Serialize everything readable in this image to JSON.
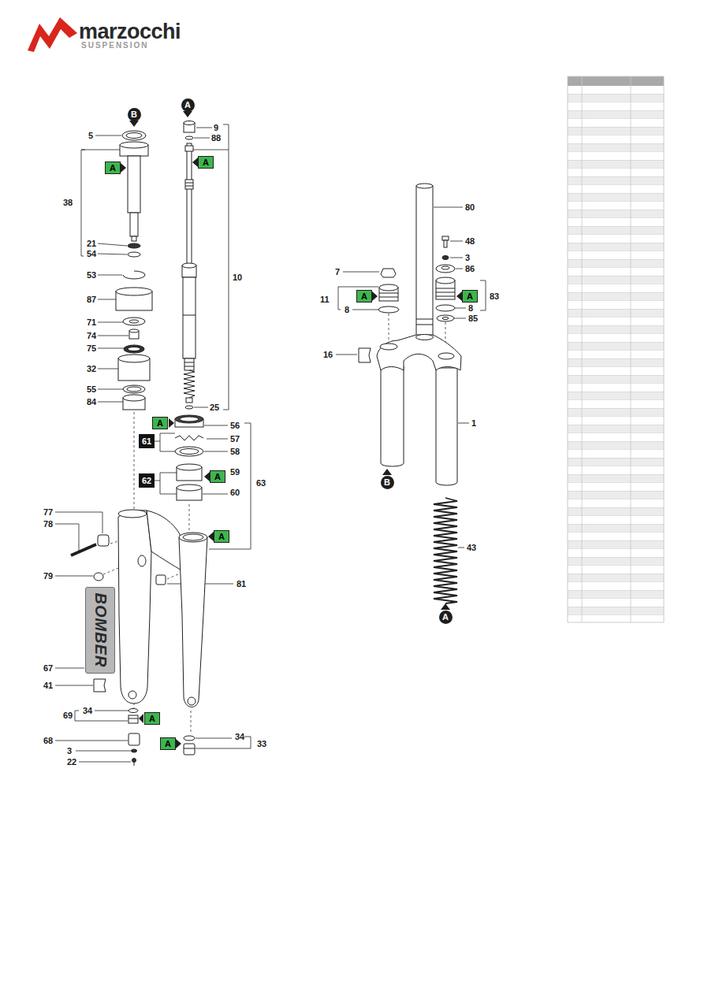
{
  "diagram": {
    "nodes": [
      {
        "text": [
          "B"
        ]
      },
      {
        "text": [
          "A"
        ]
      },
      {
        "text": [
          "A"
        ]
      },
      {
        "text": [
          "A"
        ]
      },
      {
        "text": [
          "A"
        ]
      },
      {
        "text": [
          "A"
        ]
      },
      {
        "text": [
          "B"
        ]
      },
      {
        "text": [
          "A"
        ]
      },
      {
        "text": [
          "61"
        ]
      },
      {
        "text": [
          "A"
        ]
      },
      {
        "text": [
          "62"
        ]
      },
      {
        "text": [
          "A"
        ]
      },
      {
        "text": [
          "BOMBER"
        ]
      },
      {
        "text": [
          "A"
        ]
      },
      {
        "text": [
          "A"
        ]
      },
      {
        "text": [
          "A"
        ]
      }
    ],
    "labels": [
      "marzocchi",
      "SUSPENSION",
      "9",
      "5",
      "88",
      "38",
      "80",
      "48",
      "21",
      "54",
      "3",
      "86",
      "7",
      "53",
      "10",
      "83",
      "87",
      "11",
      "8",
      "8",
      "85",
      "71",
      "74",
      "75",
      "16",
      "32",
      "55",
      "84",
      "25",
      "1",
      "56",
      "57",
      "58",
      "59",
      "63",
      "60",
      "77",
      "78",
      "43",
      "79",
      "81",
      "67",
      "41",
      "34",
      "69",
      "34",
      "68",
      "33",
      "3",
      "22"
    ]
  }
}
